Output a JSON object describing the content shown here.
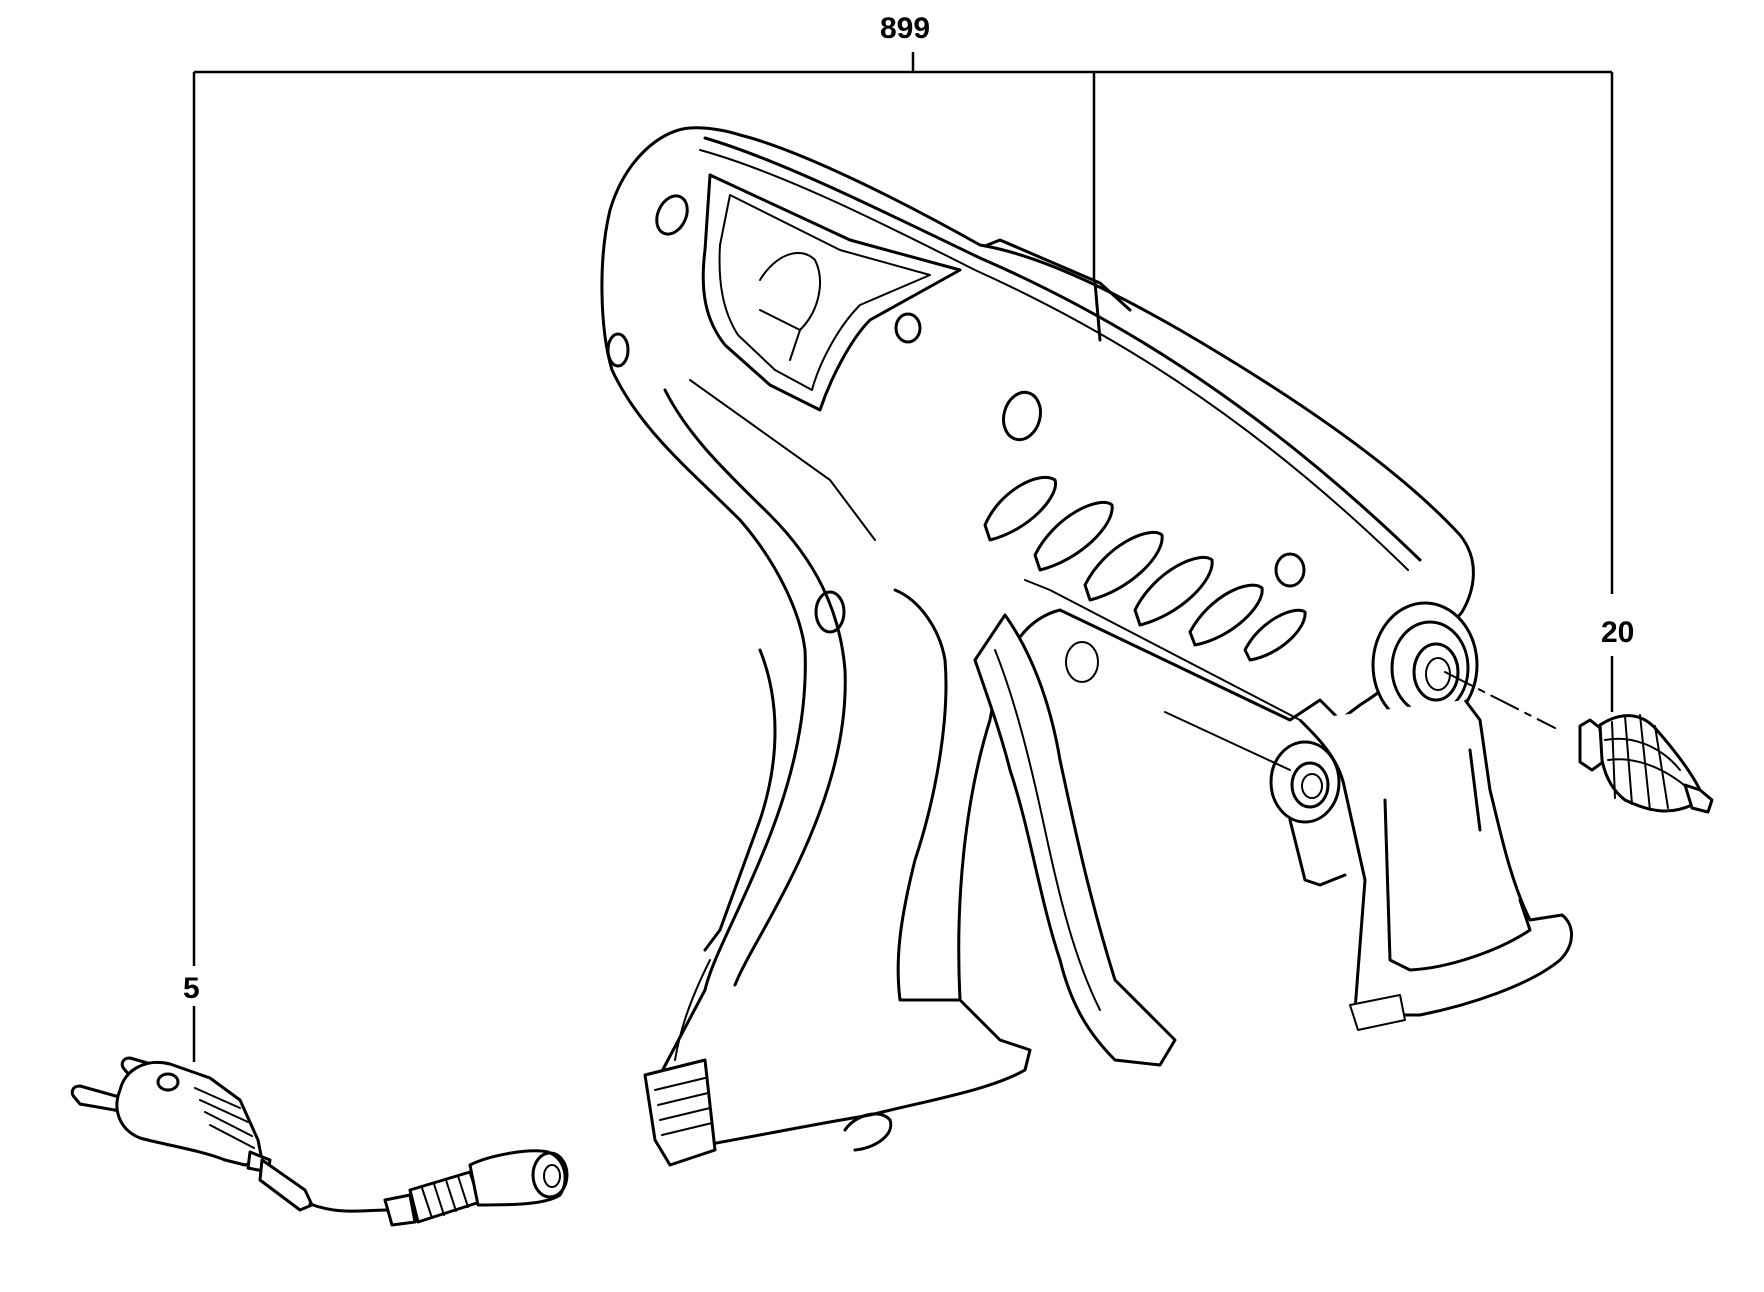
{
  "callouts": {
    "assembly": "899",
    "nozzle": "20",
    "power_cord": "5"
  },
  "colors": {
    "line": "#000000",
    "background": "#ffffff"
  }
}
